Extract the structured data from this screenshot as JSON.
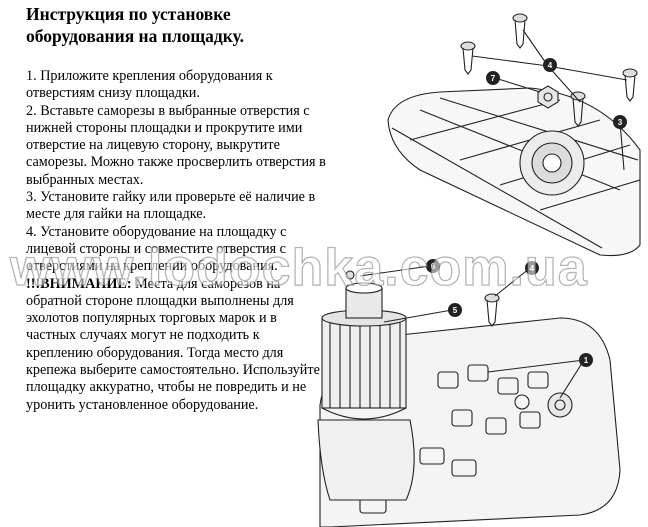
{
  "title": "Инструкция по установке оборудования на площадку.",
  "steps": [
    "1. Приложите крепления оборудования к отверстиям снизу площадки.",
    "2. Вставьте саморезы в выбранные отверстия с нижней стороны площадки и прокрутите ими отверстие на лицевую сторону, выкрутите саморезы. Можно также просверлить отверстия в выбранных местах.",
    "3. Установите гайку или проверьте её наличие в месте для гайки на площадке.",
    "4. Установите оборудование на площадку с лицевой стороны и совместите отверстия с отверстиями на креплении оборудования."
  ],
  "warning": {
    "label": "!!!ВНИМАНИЕ:",
    "text": " Места для саморезов на обратной стороне площадки выполнены для эхолотов популярных торговых марок и в частных случаях могут не подходить к креплению оборудования. Тогда место для крепежа выберите самостоятельно. Используйте площадку аккуратно, чтобы не повредить и не уронить установленное оборудование."
  },
  "watermark": "www.lodochka.com.ua",
  "callouts": {
    "c1": "1",
    "c3": "3",
    "c4": "4",
    "c5": "5",
    "c6": "6",
    "c7": "7"
  }
}
